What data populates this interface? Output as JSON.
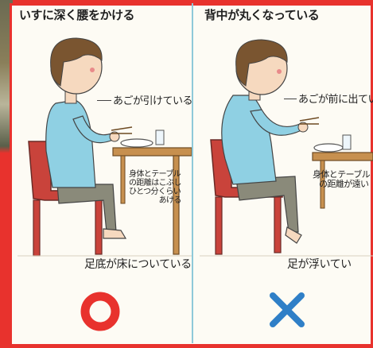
{
  "left_panel": {
    "title": "いすに深く腰をかける",
    "chin_label": "あごが引けている",
    "distance_label_lines": [
      "身体とテーブル",
      "の距離はこぶし",
      "ひとつ分くらい",
      "あける"
    ],
    "feet_label": "足底が床についている",
    "result_symbol": "circle-mark-icon",
    "result_color": "#e8322d"
  },
  "right_panel": {
    "title": "背中が丸くなっている",
    "chin_label": "あごが前に出てい",
    "distance_label_lines": [
      "身体とテーブル",
      "の距離が遠い"
    ],
    "feet_label": "足が浮いてい",
    "result_symbol": "cross-mark-icon",
    "result_color": "#2f7fc7"
  },
  "colors": {
    "frame_red": "#e8322d",
    "chair_red": "#c9433b",
    "shirt_blue": "#8fd0e3",
    "pants_gray": "#8a8a7a",
    "hair_brown": "#7a5530",
    "table_wood": "#c7904f"
  }
}
